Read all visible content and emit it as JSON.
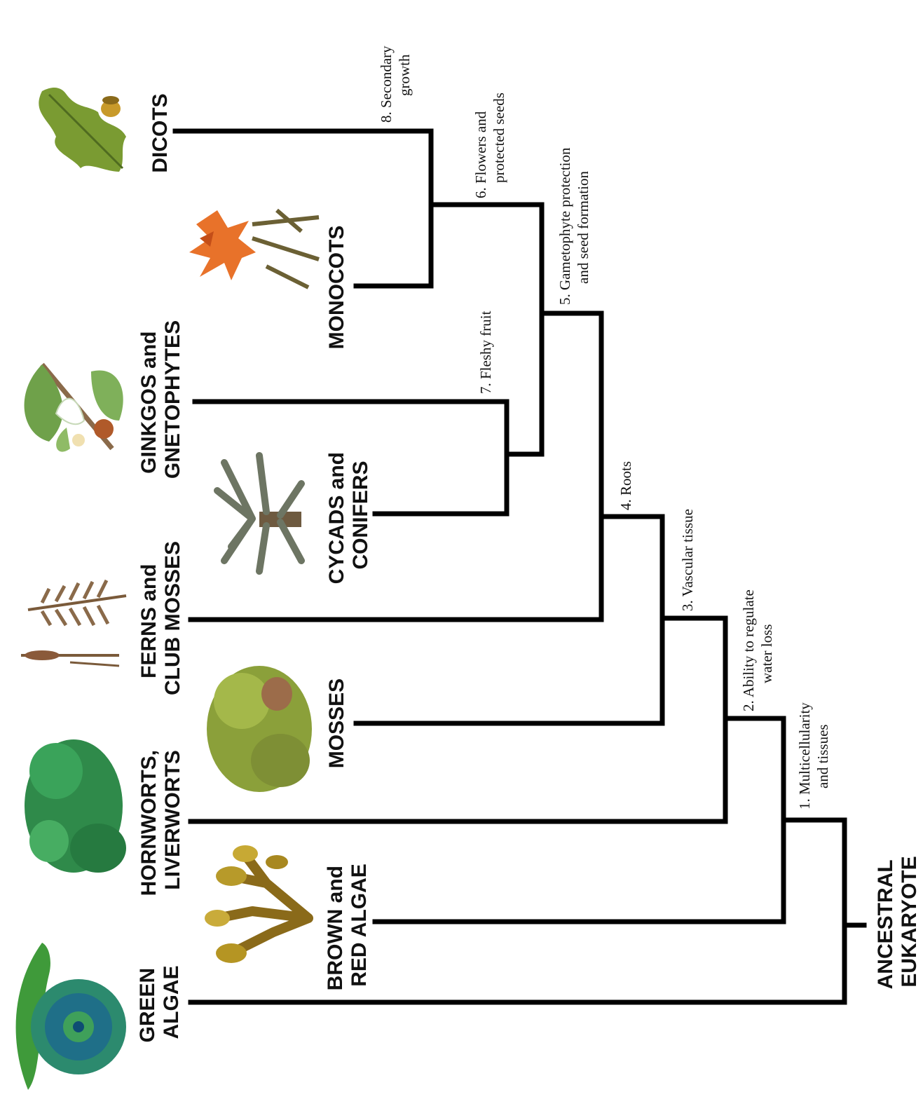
{
  "taxa": {
    "green_algae": [
      "GREEN",
      "ALGAE"
    ],
    "brown_red_algae": [
      "BROWN and",
      "RED ALGAE"
    ],
    "hornworts_liverworts": [
      "HORNWORTS,",
      "LIVERWORTS"
    ],
    "mosses": "MOSSES",
    "ferns_club_mosses": [
      "FERNS and",
      "CLUB MOSSES"
    ],
    "cycads_conifers": [
      "CYCADS and",
      "CONIFERS"
    ],
    "ginkgos_gnetophytes": [
      "GINKGOS and",
      "GNETOPHYTES"
    ],
    "monocots": "MONOCOTS",
    "dicots": "DICOTS",
    "ancestral_eukaryote": [
      "ANCESTRAL",
      "EUKARYOTE"
    ]
  },
  "traits": {
    "t1": [
      "1. Multicellularity",
      "and tissues"
    ],
    "t2": [
      "2. Ability to regulate",
      "water loss"
    ],
    "t3": "3. Vascular tissue",
    "t4": "4. Roots",
    "t5": [
      "5. Gametophyte protection",
      "and seed formation"
    ],
    "t6": [
      "6. Flowers and",
      "protected seeds"
    ],
    "t7": "7. Fleshy fruit",
    "t8": [
      "8. Secondary",
      "growth"
    ]
  },
  "illustrations": {
    "green_algae": "desmid-and-diatom-icon",
    "brown_red_algae": "seaweed-icon",
    "hornworts_liverworts": "liverwort-thallus-icon",
    "mosses": "moss-clump-icon",
    "ferns_club_mosses": "fern-frond-icon",
    "cycads_conifers": "palm-cycad-icon",
    "ginkgos_gnetophytes": "ginkgo-branch-icon",
    "monocots": "lily-flower-icon",
    "dicots": "oak-leaf-icon"
  },
  "colors": {
    "branch": "#000000",
    "text": "#111111"
  }
}
